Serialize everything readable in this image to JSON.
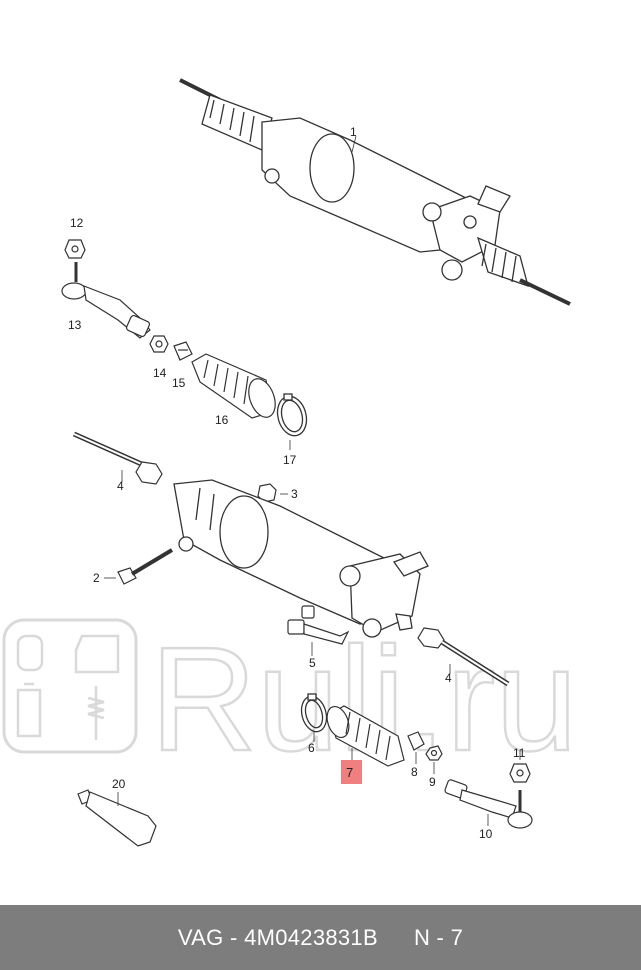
{
  "watermark": {
    "text": "Ruli.ru"
  },
  "labels": {
    "p1": "1",
    "p2": "2",
    "p3": "3",
    "p4a": "4",
    "p4b": "4",
    "p5": "5",
    "p6": "6",
    "p7": "7",
    "p8": "8",
    "p9": "9",
    "p10": "10",
    "p11": "11",
    "p12": "12",
    "p13": "13",
    "p14": "14",
    "p15": "15",
    "p16": "16",
    "p17": "17",
    "p20": "20"
  },
  "highlight": {
    "part": "7",
    "color": "#f08080"
  },
  "footer": {
    "brand": "VAG",
    "separator": "-",
    "part_number": "4M0423831B",
    "position": "N - 7"
  },
  "colors": {
    "footer_bg": "#7d7d7d",
    "line": "#333333"
  }
}
